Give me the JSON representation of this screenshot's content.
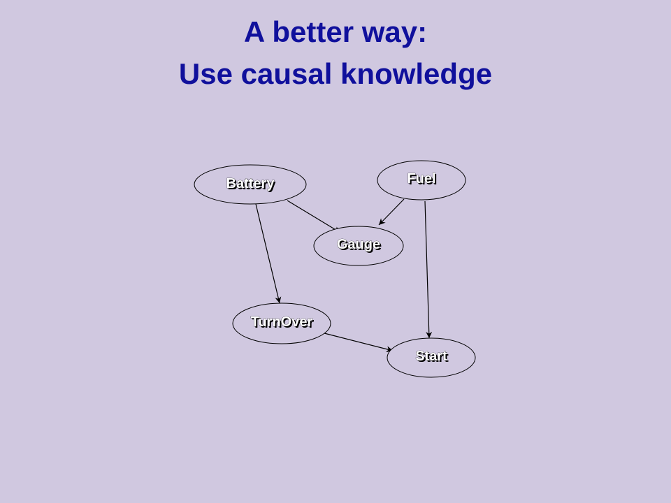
{
  "slide": {
    "title_line1": "A better way:",
    "title_line2": "Use causal knowledge",
    "title_color": "#10109c",
    "background_color": "#d0c8e0"
  },
  "diagram": {
    "nodes": [
      {
        "id": "battery",
        "label": "Battery"
      },
      {
        "id": "fuel",
        "label": "Fuel"
      },
      {
        "id": "gauge",
        "label": "Gauge"
      },
      {
        "id": "turnover",
        "label": "TurnOver"
      },
      {
        "id": "start",
        "label": "Start"
      }
    ],
    "edges": [
      {
        "from": "battery",
        "to": "gauge"
      },
      {
        "from": "fuel",
        "to": "gauge"
      },
      {
        "from": "battery",
        "to": "turnover"
      },
      {
        "from": "fuel",
        "to": "start"
      },
      {
        "from": "turnover",
        "to": "start"
      }
    ]
  }
}
